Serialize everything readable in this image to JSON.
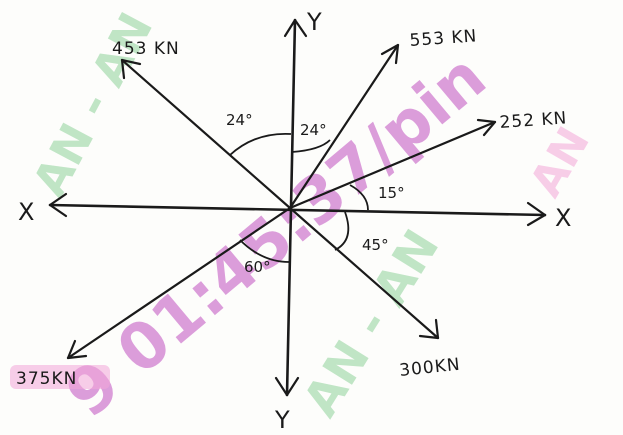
{
  "watermarks": {
    "text_1": "AN - AN",
    "text_2": "9 01:45:37/pin",
    "text_3": "AN - AN",
    "text_4": "AN"
  },
  "axes": {
    "x_left": "X",
    "x_right": "X",
    "y_top": "Y",
    "y_bottom": "Y"
  },
  "forces": {
    "f_453": "453 KN",
    "f_553": "553 KN",
    "f_252": "252 KN",
    "f_375": "375KN",
    "f_300": "300KN"
  },
  "angles": {
    "a_24_left": "24°",
    "a_24_right": "24°",
    "a_15": "15°",
    "a_45": "45°",
    "a_60": "60°"
  },
  "colors": {
    "ink": "#1a1a1a",
    "watermark_magenta": "#c04fc0",
    "watermark_green": "#8fd29a",
    "highlight_pink": "#f3a6d8"
  }
}
